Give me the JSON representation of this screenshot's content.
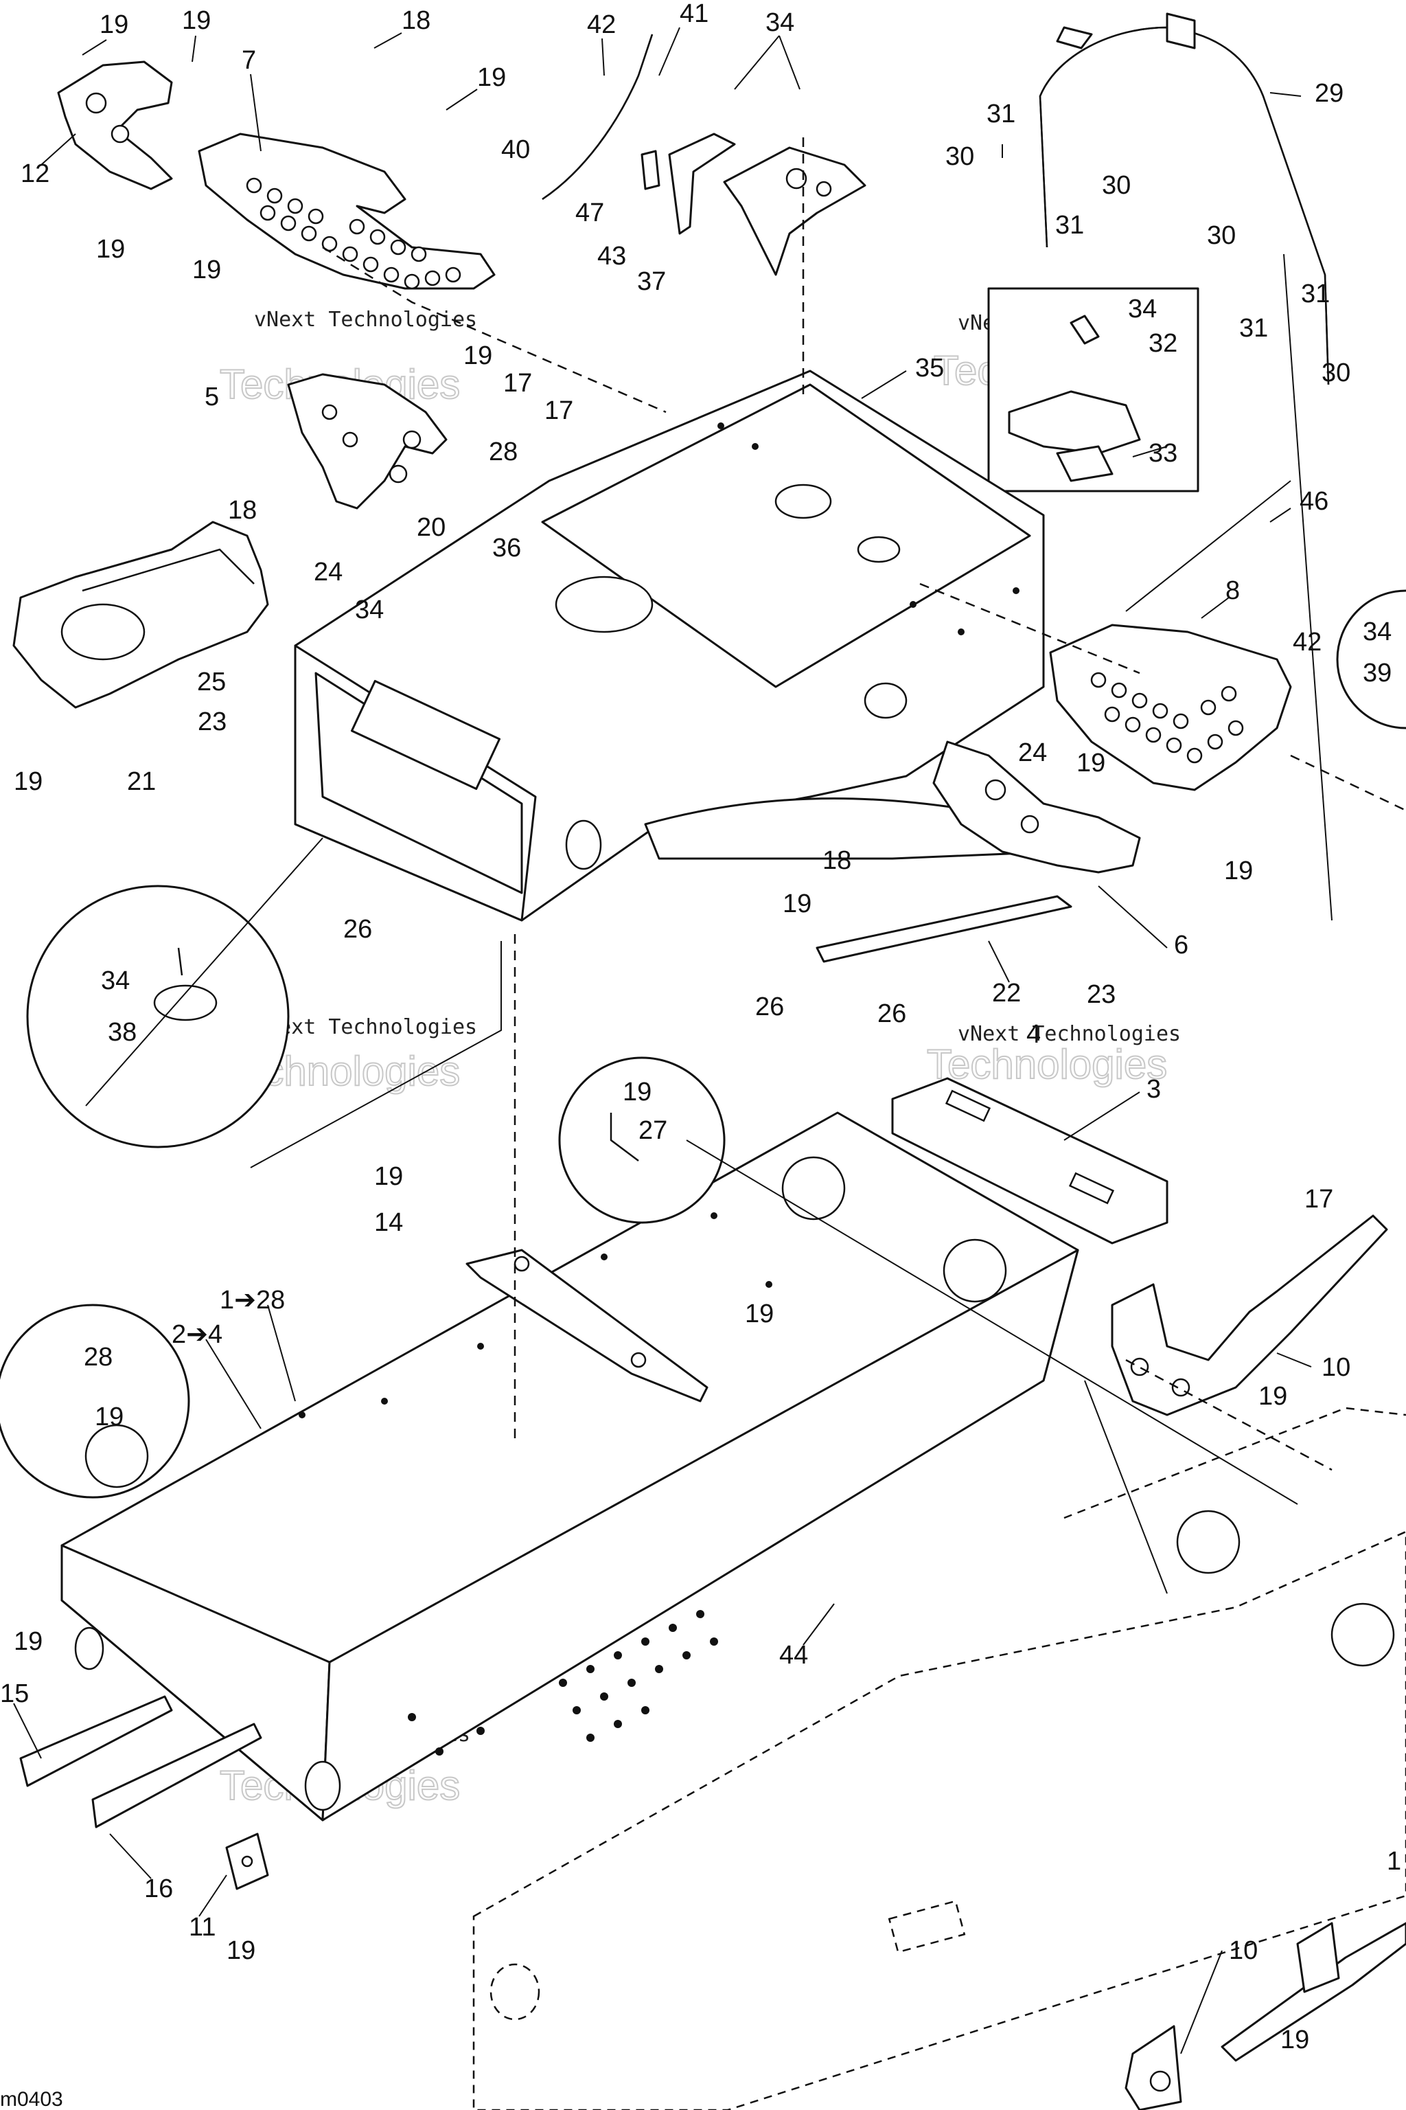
{
  "diagram": {
    "watermark_text": "vNext Technologies",
    "watermark_big": "Technologies",
    "drawing_code": "m0403",
    "labels": [
      {
        "id": "l1",
        "text": "19"
      },
      {
        "id": "l2",
        "text": "19"
      },
      {
        "id": "l3",
        "text": "18"
      },
      {
        "id": "l4",
        "text": "42"
      },
      {
        "id": "l5",
        "text": "41"
      },
      {
        "id": "l6",
        "text": "34"
      },
      {
        "id": "l7",
        "text": "7"
      },
      {
        "id": "l8",
        "text": "19"
      },
      {
        "id": "l9",
        "text": "40"
      },
      {
        "id": "l10",
        "text": "12"
      },
      {
        "id": "l11",
        "text": "47"
      },
      {
        "id": "l12",
        "text": "43"
      },
      {
        "id": "l13",
        "text": "37"
      },
      {
        "id": "l14",
        "text": "19"
      },
      {
        "id": "l15",
        "text": "19"
      },
      {
        "id": "l16",
        "text": "19"
      },
      {
        "id": "l17",
        "text": "5"
      },
      {
        "id": "l18",
        "text": "17"
      },
      {
        "id": "l19",
        "text": "17"
      },
      {
        "id": "l20",
        "text": "28"
      },
      {
        "id": "l21",
        "text": "18"
      },
      {
        "id": "l22",
        "text": "20"
      },
      {
        "id": "l23",
        "text": "24"
      },
      {
        "id": "l24",
        "text": "36"
      },
      {
        "id": "l25",
        "text": "34"
      },
      {
        "id": "l26",
        "text": "25"
      },
      {
        "id": "l27",
        "text": "23"
      },
      {
        "id": "l28",
        "text": "19"
      },
      {
        "id": "l29",
        "text": "21"
      },
      {
        "id": "l30",
        "text": "26"
      },
      {
        "id": "l31",
        "text": "34"
      },
      {
        "id": "l32",
        "text": "38"
      },
      {
        "id": "l33",
        "text": "35"
      },
      {
        "id": "l34",
        "text": "29"
      },
      {
        "id": "l35",
        "text": "31"
      },
      {
        "id": "l36",
        "text": "30"
      },
      {
        "id": "l37",
        "text": "30"
      },
      {
        "id": "l38",
        "text": "31"
      },
      {
        "id": "l39",
        "text": "30"
      },
      {
        "id": "l40",
        "text": "31"
      },
      {
        "id": "l41",
        "text": "31"
      },
      {
        "id": "l42",
        "text": "30"
      },
      {
        "id": "l43",
        "text": "34"
      },
      {
        "id": "l44",
        "text": "32"
      },
      {
        "id": "l45",
        "text": "33"
      },
      {
        "id": "l46",
        "text": "46"
      },
      {
        "id": "l47",
        "text": "8"
      },
      {
        "id": "l48",
        "text": "42"
      },
      {
        "id": "l49",
        "text": "34"
      },
      {
        "id": "l50",
        "text": "39"
      },
      {
        "id": "l51",
        "text": "24"
      },
      {
        "id": "l52",
        "text": "19"
      },
      {
        "id": "l53",
        "text": "18"
      },
      {
        "id": "l54",
        "text": "19"
      },
      {
        "id": "l55",
        "text": "6"
      },
      {
        "id": "l56",
        "text": "19"
      },
      {
        "id": "l57",
        "text": "22"
      },
      {
        "id": "l58",
        "text": "23"
      },
      {
        "id": "l59",
        "text": "26"
      },
      {
        "id": "l60",
        "text": "26"
      },
      {
        "id": "l61",
        "text": "4"
      },
      {
        "id": "l62",
        "text": "3"
      },
      {
        "id": "l63",
        "text": "19"
      },
      {
        "id": "l64",
        "text": "27"
      },
      {
        "id": "l65",
        "text": "19"
      },
      {
        "id": "l66",
        "text": "14"
      },
      {
        "id": "l67",
        "text": "1➔28"
      },
      {
        "id": "l68",
        "text": "2➔4"
      },
      {
        "id": "l69",
        "text": "19"
      },
      {
        "id": "l70",
        "text": "17"
      },
      {
        "id": "l71",
        "text": "28"
      },
      {
        "id": "l72",
        "text": "19"
      },
      {
        "id": "l73",
        "text": "10"
      },
      {
        "id": "l74",
        "text": "19"
      },
      {
        "id": "l75",
        "text": "19"
      },
      {
        "id": "l76",
        "text": "15"
      },
      {
        "id": "l77",
        "text": "44"
      },
      {
        "id": "l78",
        "text": "16"
      },
      {
        "id": "l79",
        "text": "11"
      },
      {
        "id": "l80",
        "text": "19"
      },
      {
        "id": "l81",
        "text": "10"
      },
      {
        "id": "l82",
        "text": "19"
      },
      {
        "id": "l83",
        "text": "1"
      }
    ]
  }
}
